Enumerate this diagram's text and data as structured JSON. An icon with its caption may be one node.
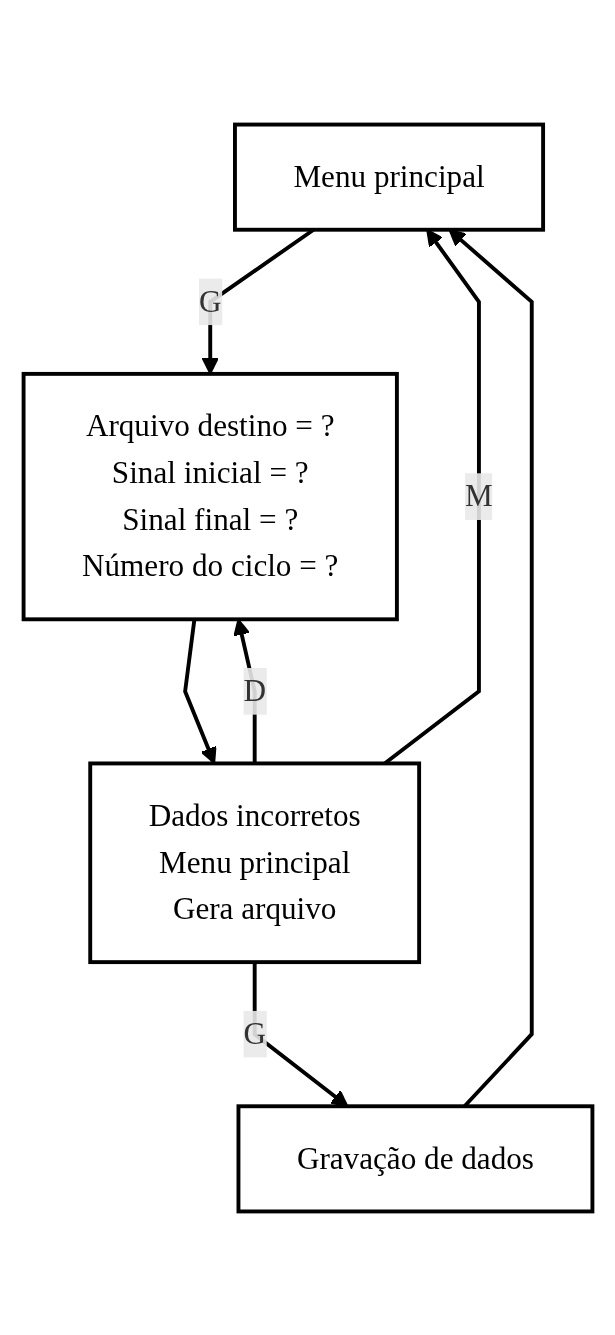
{
  "diagram": {
    "nodes": [
      {
        "text": [
          "Menu principal"
        ]
      },
      {
        "text": [
          "Arquivo destino = ?",
          "Sinal inicial = ?",
          "Sinal final = ?",
          "Número do ciclo = ?"
        ]
      },
      {
        "text": [
          "Dados incorretos",
          "Menu principal",
          "Gera arquivo"
        ]
      },
      {
        "text": [
          "Gravação de dados"
        ]
      }
    ],
    "edges": [
      {
        "from": 0,
        "to": 1,
        "arrow": "to",
        "label": "G"
      },
      {
        "from": 1,
        "to": 2,
        "arrow": "to"
      },
      {
        "from": 2,
        "to": 1,
        "arrow": "to",
        "label": "D"
      },
      {
        "from": 2,
        "to": 0,
        "arrow": "to",
        "label": "M"
      },
      {
        "from": 2,
        "to": 3,
        "arrow": "to",
        "label": "G"
      },
      {
        "from": 3,
        "to": 0,
        "arrow": "to"
      }
    ]
  }
}
